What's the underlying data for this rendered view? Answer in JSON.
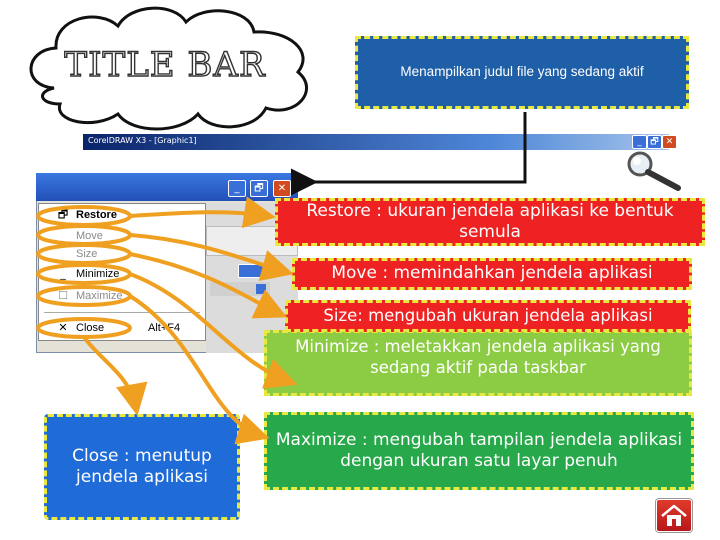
{
  "cloud": {
    "title": "TITLE BAR"
  },
  "info": {
    "text": "Menampilkan judul file yang sedang aktif"
  },
  "window_titlebar": {
    "title": "CorelDRAW X3 - [Graphic1]"
  },
  "system_menu": {
    "items": [
      {
        "label": "Restore",
        "glyph": "🗗",
        "state": "bold"
      },
      {
        "label": "Move",
        "glyph": "",
        "state": "disabled"
      },
      {
        "label": "Size",
        "glyph": "",
        "state": "disabled"
      },
      {
        "label": "Minimize",
        "glyph": "_",
        "state": "normal"
      },
      {
        "label": "Maximize",
        "glyph": "☐",
        "state": "disabled"
      },
      {
        "label": "Close",
        "glyph": "✕",
        "state": "normal"
      }
    ],
    "close_shortcut": "Alt+F4"
  },
  "window_buttons": {
    "minimize": "_",
    "restore": "🗗",
    "close": "✕"
  },
  "explanations": {
    "restore": "Restore : ukuran jendela aplikasi ke bentuk semula",
    "move": "Move : memindahkan jendela aplikasi",
    "size": "Size: mengubah ukuran jendela aplikasi",
    "minimize": "Minimize : meletakkan jendela aplikasi yang sedang aktif pada taskbar",
    "maximize": "Maximize : mengubah tampilan jendela aplikasi dengan ukuran satu layar penuh",
    "close": "Close : menutup jendela aplikasi"
  },
  "colors": {
    "info_blue": "#1f5fa8",
    "explanation_red": "#ee2222",
    "minimize_green": "#8bcc44",
    "maximize_green": "#27a84a",
    "close_blue": "#1f6bd8",
    "dash_yellow": "#e8e840",
    "arrow_orange": "#f0a020"
  },
  "icons": {
    "magnifier": "magnifier-icon",
    "home": "home-icon"
  }
}
